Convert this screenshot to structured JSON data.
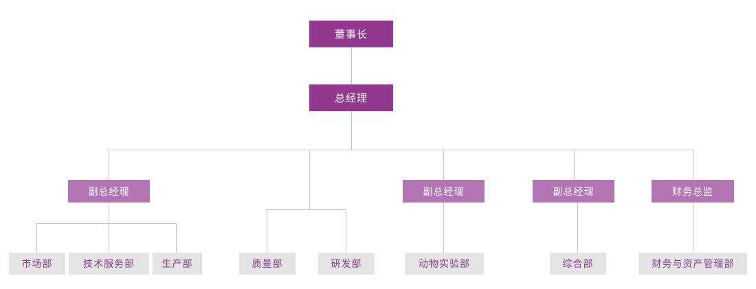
{
  "chart_data": {
    "type": "diagram",
    "title": "",
    "diagram_kind": "organization-chart",
    "orientation": "top-down",
    "levels": 4,
    "colors": {
      "level1_fill": "#93388f",
      "level2_fill": "#93388f",
      "level3_fill": "#b374b4",
      "level4_fill": "#e4e4e4",
      "level1_text": "#ffffff",
      "level2_text": "#ffffff",
      "level3_text": "#ffffff",
      "level4_text": "#8e3f8e",
      "connector": "#b8c6ce",
      "background": "#ffffff"
    },
    "nodes": [
      {
        "id": "n1",
        "label": "董事长",
        "level": 1,
        "parent": null
      },
      {
        "id": "n2",
        "label": "总经理",
        "level": 2,
        "parent": "n1"
      },
      {
        "id": "n3a",
        "label": "副总经理",
        "level": 3,
        "parent": "n2"
      },
      {
        "id": "n3b",
        "label": "",
        "level": 3,
        "parent": "n2",
        "empty": true
      },
      {
        "id": "n3c",
        "label": "副总经理",
        "level": 3,
        "parent": "n2"
      },
      {
        "id": "n3d",
        "label": "副总经理",
        "level": 3,
        "parent": "n2"
      },
      {
        "id": "n3e",
        "label": "财务总监",
        "level": 3,
        "parent": "n2"
      },
      {
        "id": "n4a",
        "label": "市场部",
        "level": 4,
        "parent": "n3a"
      },
      {
        "id": "n4b",
        "label": "技术服务部",
        "level": 4,
        "parent": "n3a"
      },
      {
        "id": "n4c",
        "label": "生产部",
        "level": 4,
        "parent": "n3a"
      },
      {
        "id": "n4d",
        "label": "质量部",
        "level": 4,
        "parent": "n3b"
      },
      {
        "id": "n4e",
        "label": "研发部",
        "level": 4,
        "parent": "n3b"
      },
      {
        "id": "n4f",
        "label": "动物实验部",
        "level": 4,
        "parent": "n3c"
      },
      {
        "id": "n4g",
        "label": "综合部",
        "level": 4,
        "parent": "n3d"
      },
      {
        "id": "n4h",
        "label": "财务与资产管理部",
        "level": 4,
        "parent": "n3e"
      }
    ]
  },
  "chart": {
    "level1": {
      "chairman": "董事长"
    },
    "level2": {
      "general_manager": "总经理"
    },
    "level3": {
      "vp1": "副总经理",
      "vp2": "副总经理",
      "vp3": "副总经理",
      "cfo": "财务总监"
    },
    "level4": {
      "marketing": "市场部",
      "tech_service": "技术服务部",
      "production": "生产部",
      "quality": "质量部",
      "rnd": "研发部",
      "animal_lab": "动物实验部",
      "general_affairs": "综合部",
      "finance_asset": "财务与资产管理部"
    }
  }
}
